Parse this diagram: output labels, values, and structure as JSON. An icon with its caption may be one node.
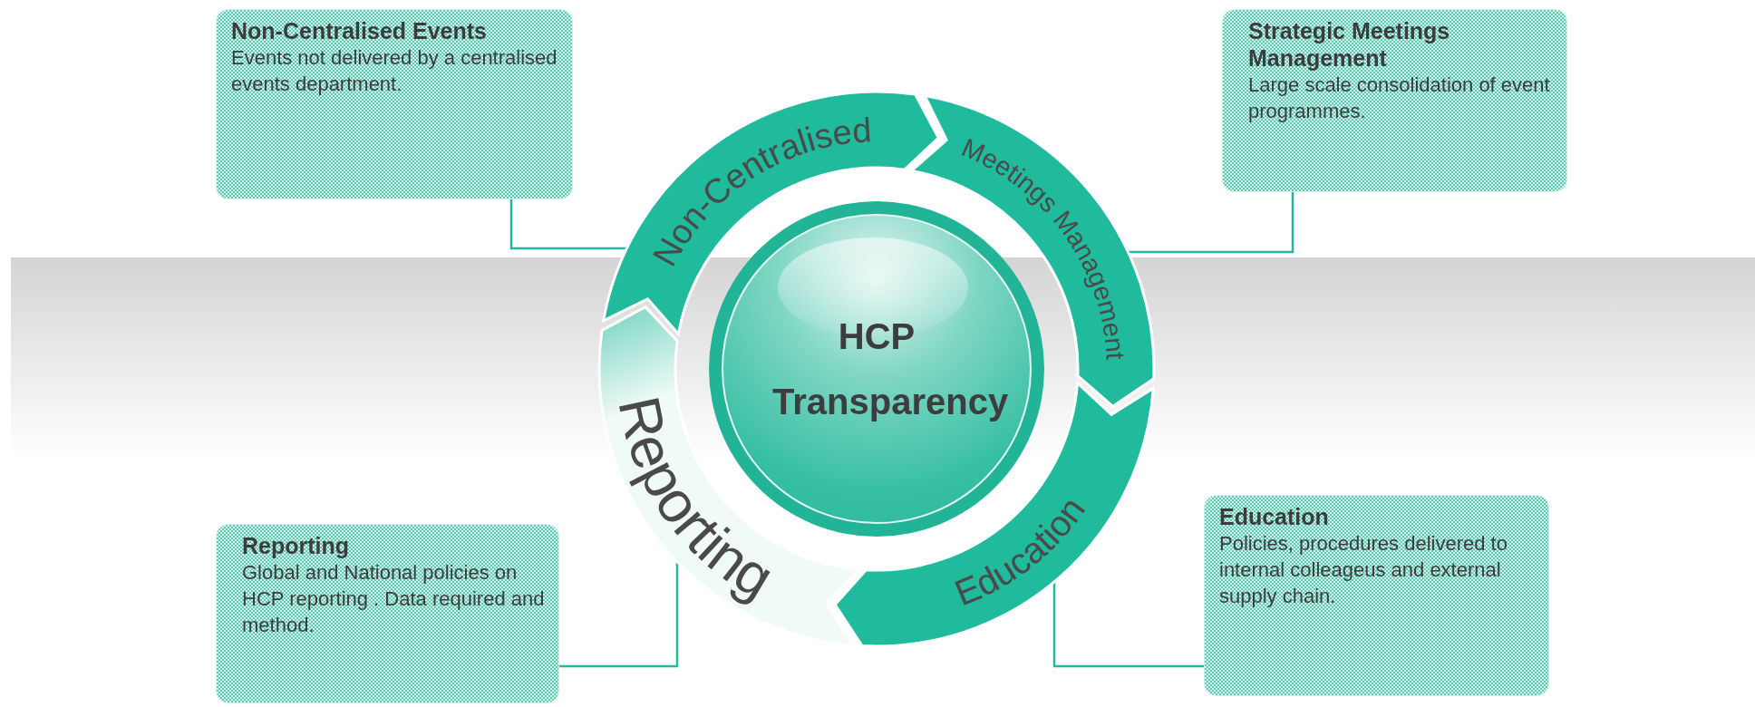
{
  "diagram": {
    "nodes": [
      {
        "text": [
          "Non-Centralised Events",
          "Events not delivered by a centralised events department."
        ]
      },
      {
        "text": [
          "Strategic Meetings Management",
          "Large scale consolidation of event programmes."
        ]
      },
      {
        "text": [
          "Reporting",
          "Global and National policies on HCP reporting . Data required and method."
        ]
      },
      {
        "text": [
          "Education",
          "Policies, procedures delivered to internal colleageus and external supply chain."
        ]
      },
      {
        "text": [
          "Non-Centralised"
        ]
      },
      {
        "text": [
          "Meetings Management"
        ]
      },
      {
        "text": [
          "Education"
        ]
      },
      {
        "text": [
          "Reporting"
        ]
      },
      {
        "text": [
          "HCP Transparency"
        ]
      }
    ],
    "edges": [
      {
        "from": 0,
        "to": 4,
        "arrow": "none"
      },
      {
        "from": 1,
        "to": 5,
        "arrow": "none"
      },
      {
        "from": 2,
        "to": 7,
        "arrow": "none"
      },
      {
        "from": 3,
        "to": 6,
        "arrow": "none"
      }
    ]
  }
}
